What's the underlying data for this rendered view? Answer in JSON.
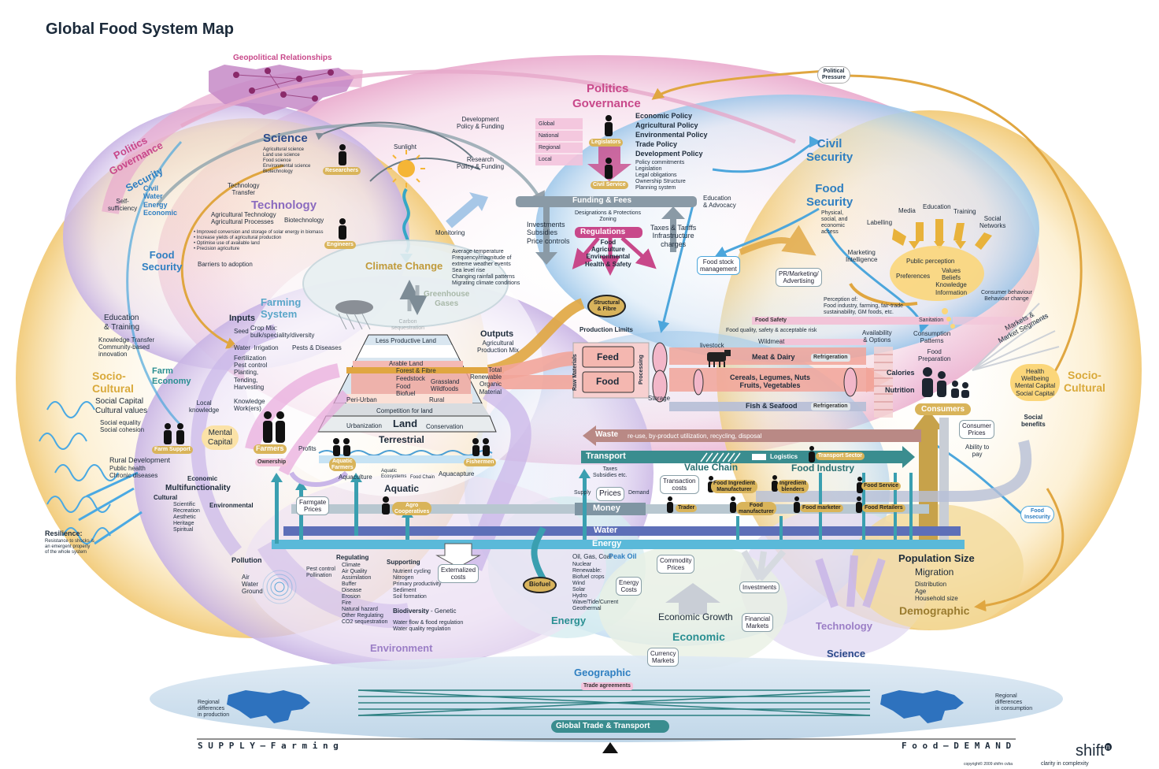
{
  "title": "Global Food System Map",
  "colors": {
    "pink": "#c8488a",
    "blue": "#2f7fc1",
    "gold": "#e0b24a",
    "teal": "#2a8f92",
    "purple": "#9b7ec6",
    "salmon": "#f2a59a",
    "navy": "#1b2a3a"
  },
  "top": {
    "geopolitical": "Geopolitical Relationships",
    "political_pressure": "Political\nPressure",
    "politics_governance_1": "Politics",
    "politics_governance_2": "Governance",
    "politics_governance_left": "Politics\nGovernance",
    "development_funding": "Development\nPolicy & Funding",
    "research_funding": "Research\nPolicy & Funding",
    "levels": [
      "Global",
      "National",
      "Regional",
      "Local"
    ],
    "legislators": "Legislators",
    "civil_service": "Civil Service",
    "policies": [
      "Economic Policy",
      "Agricultural Policy",
      "Environmental Policy",
      "Trade Policy",
      "Development Policy"
    ],
    "policy_items": "Policy commitments\nLegislation\nLegal obligations\nOwnership Structure\nPlanning system",
    "funding_fees": "Funding & Fees",
    "designations": "Designations & Protections\nZoning",
    "regulations": "Regulations",
    "reg_items": "Food\nAgriculture\nEnvironmental\nHealth & Safety",
    "investments": "Investments\nSubsidies\nPrice controls",
    "taxes": "Taxes & Tariffs\nInfrastructure\ncharges",
    "education_advocacy": "Education\n& Advocacy",
    "civil_security": "Civil\nSecurity",
    "food_security_right": "Food\nSecurity",
    "food_security_right_sub": "Physical,\nsocial, and\neconomic\naccess",
    "labelling": "Labelling",
    "media": "Media",
    "education": "Education",
    "training": "Training",
    "social_networks": "Social\nNetworks",
    "marketing_intel": "Marketing\nIntelligence",
    "public_perception": "Public perception",
    "preferences": "Preferences",
    "values": "Values\nBeliefs\nKnowledge\nInformation",
    "pr_marketing": "PR/Marketing/\nAdvertising",
    "perception_of": "Perception of:\nFood industry, farming, fair-trade\nsustainability, GM foods, etc.",
    "consumer_behaviour": "Consumer behaviour\nBehaviour change",
    "food_stock": "Food stock\nmanagement",
    "markets_segments": "Markets &\nMarket Segments"
  },
  "left": {
    "science": "Science",
    "science_items": "Agricultural science\nLand use science\nFood science\nEnvironmental science\nBiotechnology",
    "researchers": "Researchers",
    "security": "Security",
    "security_items": "Civil\nWater\nEnergy\nEconomic",
    "self_sufficiency": "Self-\nsufficiency",
    "technology_transfer": "Technology\nTransfer",
    "technology": "Technology",
    "tech_items": "Agricultural Technology\nAgricultural Processes",
    "biotechnology": "Biotechnology",
    "tech_bullets": "• Improved conversion and storage of solar energy in biomass\n• Increase yields of agricultural production\n• Optimise use of available land\n• Precision agriculture",
    "engineers": "Engineers",
    "food_security": "Food\nSecurity",
    "barriers": "Barriers to adoption",
    "education_training": "Education\n& Training",
    "knowledge_transfer": "Knowledge Transfer\nCommunity-based\ninnovation",
    "socio_cultural": "Socio-\nCultural",
    "social_capital": "Social Capital\nCultural values",
    "social_items": "Social equality\nSocial cohesion",
    "farm_economy": "Farm\nEconomy",
    "local_knowledge": "Local\nknowledge",
    "mental_capital": "Mental\nCapital",
    "farm_support": "Farm Support",
    "rural_dev": "Rural Development",
    "rural_items": "Public health\nChronic diseases",
    "economic": "Economic",
    "multifunctionality": "Multifunctionality",
    "cultural": "Cultural",
    "cultural_items": "Scientific\nRecreation\nAesthetic\nHeritage\nSpiritual",
    "environmental": "Environmental",
    "resilience": "Resilience:",
    "resilience_sub": "Resistance to shocks is\nan emergent property\nof the whole system"
  },
  "farming": {
    "farming_system": "Farming\nSystem",
    "inputs": "Inputs",
    "seed": "Seed",
    "crop_mix": "Crop Mix:\nbulk/speciality/diversity",
    "water_irrigation": "Water  Irrigation",
    "pests": "Pests & Diseases",
    "practices": "Fertilization\nPest control\nPlanting,\nTending,\nHarvesting",
    "knowledge_work": "Knowledge\nWork(ers)",
    "farmers": "Farmers",
    "ownership": "Ownership",
    "profits": "Profits",
    "farmgate": "Farmgate\nPrices",
    "sunlight": "Sunlight",
    "monitoring": "Monitoring",
    "climate_change": "Climate Change",
    "climate_items": "Average temperature\nFrequency/magnitude of\nextreme weather events\nSea level rise\nChanging rainfall patterns\nMigrating climate conditions",
    "greenhouse": "Greenhouse\nGases",
    "carbon": "Carbon\nsequestration",
    "less_productive": "Less Productive Land",
    "arable": "Arable Land",
    "forest_fibre": "Forest & Fibre",
    "feedstock": "Feedstock",
    "food": "Food",
    "biofuel": "Biofuel",
    "grassland": "Grassland\nWildfoods",
    "peri_urban": "Peri-Urban",
    "rural": "Rural",
    "competition": "Competition for land",
    "urbanization": "Urbanization",
    "land": "Land",
    "conservation": "Conservation",
    "terrestrial": "Terrestrial",
    "outputs": "Outputs",
    "production_mix": "Agricultural\nProduction Mix",
    "output_items": "Total\nRenewable\nOrganic\nMaterial",
    "aquatic_farmers": "Aquatic\nFarmers",
    "fishermen": "Fishermen",
    "aquaculture": "Aquaculture",
    "aquatic_ecosystems": "Aquatic\nEcosystems",
    "food_chain": "Food Chain",
    "aquacapture": "Aquacapture",
    "aquatic": "Aquatic",
    "agro_coops": "Agro\nCooperatives"
  },
  "processing": {
    "structural_fibre": "Structural\n& Fibre",
    "production_limits": "Production Limits",
    "raw_materials": "Raw Materials",
    "processing": "Processing",
    "feed": "Feed",
    "food": "Food",
    "storage": "Storage",
    "livestock": "livestock",
    "food_safety": "Food Safety",
    "food_quality": "Food quality, safety & acceptable risk",
    "sanitation": "Sanitation",
    "wildmeat": "Wildmeat",
    "meat_dairy": "Meat & Dairy",
    "refrigeration": "Refrigeration",
    "cereals": "Cereals, Legumes, Nuts\nFruits, Vegetables",
    "fish": "Fish & Seafood",
    "availability": "Availability\n& Options",
    "consumption_patterns": "Consumption\nPatterns",
    "food_preparation": "Food\nPreparation",
    "calories": "Calories",
    "nutrition": "Nutrition",
    "consumers": "Consumers",
    "health": "Health\nWellbeing\nMental Capital\nSocial Capital",
    "social_benefits": "Social\nbenefits",
    "socio_cultural_right": "Socio-\nCultural",
    "waste": "Waste",
    "waste_sub": "re-use, by-product utilization, recycling, disposal",
    "consumer_prices": "Consumer\nPrices",
    "ability_to_pay": "Ability to\npay",
    "food_insecurity": "Food\nInsecurity",
    "transport": "Transport",
    "logistics": "Logistics",
    "transport_sector": "Transport Sector",
    "taxes_subsidies": "Taxes\nSubsidies etc.",
    "value_chain": "Value Chain",
    "food_industry": "Food Industry",
    "transaction_costs": "Transaction\ncosts",
    "ingredient_manufacturer": "Food Ingredient\nManufacturer",
    "ingredient_blenders": "Ingredient\nblenders",
    "food_service": "Food Service",
    "supply": "Supply",
    "prices": "Prices",
    "demand": "Demand",
    "money": "Money",
    "trader": "Trader",
    "food_manufacturer": "Food\nmanufacturer",
    "food_marketer": "Food marketer",
    "food_retailers": "Food Retailers",
    "water": "Water",
    "energy": "Energy"
  },
  "bottom": {
    "pollution": "Pollution",
    "pollution_items": "Air\nWater\nGround",
    "pest_control": "Pest control\nPollination",
    "regulating": "Regulating",
    "regulating_items": "Climate\nAir Quality\nAssimilation\nBuffer\nDisease\nErosion\nFire\nNatural hazard\nOther Regulating\nCO2 sequestration",
    "supporting": "Supporting",
    "supporting_items": "Nutrient cycling\nNitrogen\nPrimary productivity\nSediment\nSoil formation",
    "biodiversity": "Biodiversity",
    "biodiversity_sub": " - Genetic",
    "water_flow": "Water flow & flood regulation\nWater quality regulation",
    "externalized": "Externalized\ncosts",
    "environment": "Environment",
    "biofuel": "Biofuel",
    "oil_gas": "Oil, Gas, Coal",
    "peak_oil": "Peak Oil",
    "energy_items": "Nuclear\nRenewable:\nBiofuel crops\nWind\nSolar\nHydro\nWave/Tide/Current\nGeothermal",
    "energy_costs": "Energy\nCosts",
    "energy": "Energy",
    "commodity_prices": "Commodity\nPrices",
    "economic_growth": "Economic Growth",
    "economic": "Economic",
    "investments": "Investments",
    "financial_markets": "Financial\nMarkets",
    "currency_markets": "Currency\nMarkets",
    "technology": "Technology",
    "science": "Science",
    "population_size": "Population Size",
    "migration": "Migration",
    "demo_items": "Distribution\nAge\nHousehold size",
    "demographic": "Demographic",
    "geographic": "Geographic",
    "trade_agreements": "Trade agreements",
    "global_trade": "Global Trade & Transport",
    "regional_production": "Regional\ndifferences\nin production",
    "regional_consumption": "Regional\ndifferences\nin consumption",
    "supply_farming": "S U P P L Y – F a r m i n g",
    "food_demand": "F o o d – D E M A N D",
    "logo": "shift",
    "logo_sup": "n",
    "tagline": "clarity in complexity",
    "copyright": "copyright© 2009 shifrn cvba"
  }
}
